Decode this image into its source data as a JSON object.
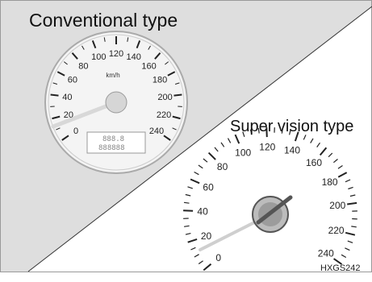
{
  "conventional": {
    "label": "Conventional type",
    "unit": "km/h",
    "ticks": [
      "0",
      "20",
      "40",
      "60",
      "80",
      "100",
      "120",
      "140",
      "160",
      "180",
      "200",
      "220",
      "240"
    ],
    "odometer": "888.8",
    "trip": "888888"
  },
  "super_vision": {
    "label": "Super vision type",
    "ticks": [
      "0",
      "20",
      "40",
      "60",
      "80",
      "100",
      "120",
      "140",
      "160",
      "180",
      "200",
      "220",
      "240"
    ]
  },
  "figure_code": "HXGS242",
  "colors": {
    "background_left": "#dedede",
    "background_right": "#ffffff",
    "divider": "#333333"
  }
}
